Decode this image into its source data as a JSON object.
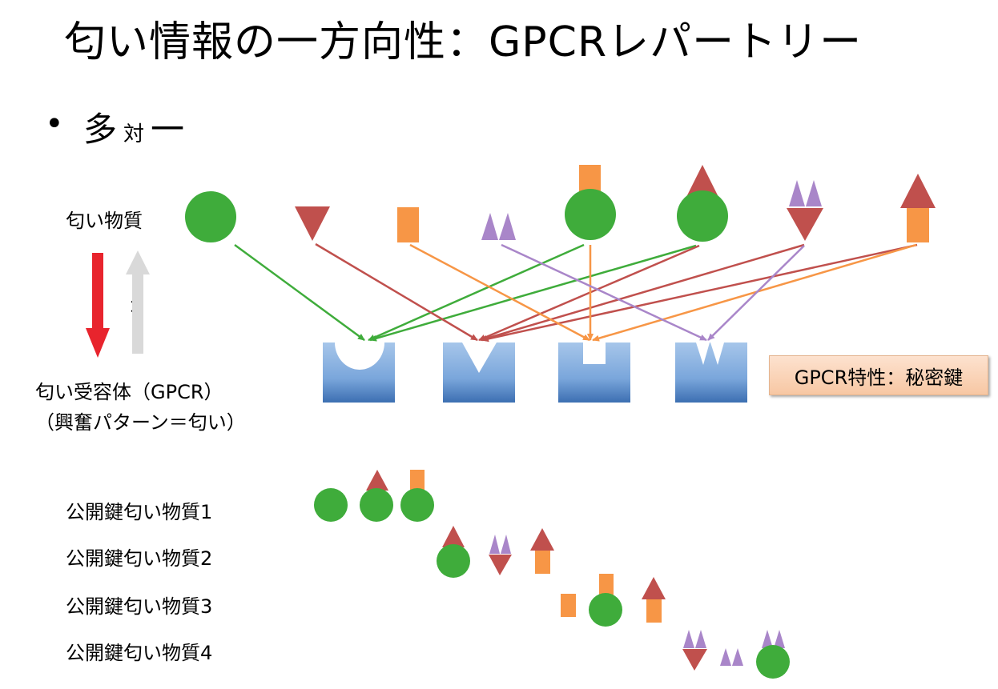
{
  "title": "匂い情報の一方向性：GPCRレパートリー",
  "bullet": {
    "marker": "•",
    "left": "多",
    "middle": "対",
    "right": "一"
  },
  "odorant_label": "匂い物質",
  "receptor_label_line1": "匂い受容体（GPCR）",
  "receptor_label_line2": "（興奮パターン＝匂い）",
  "cross_mark": "×",
  "key_box_label": "GPCR特性：秘密鍵",
  "public_key_labels": [
    "公開鍵匂い物質1",
    "公開鍵匂い物質2",
    "公開鍵匂い物質3",
    "公開鍵匂い物質4"
  ],
  "colors": {
    "green": "#3fac3b",
    "red": "#c0504d",
    "orange": "#f79646",
    "purple": "#8064a2",
    "lilac": "#9e7fc1",
    "arrow_red": "#e8242d",
    "arrow_gray": "#d9d9d9",
    "receptor_top": "#9fc1e6",
    "receptor_bottom": "#3c72b4"
  }
}
